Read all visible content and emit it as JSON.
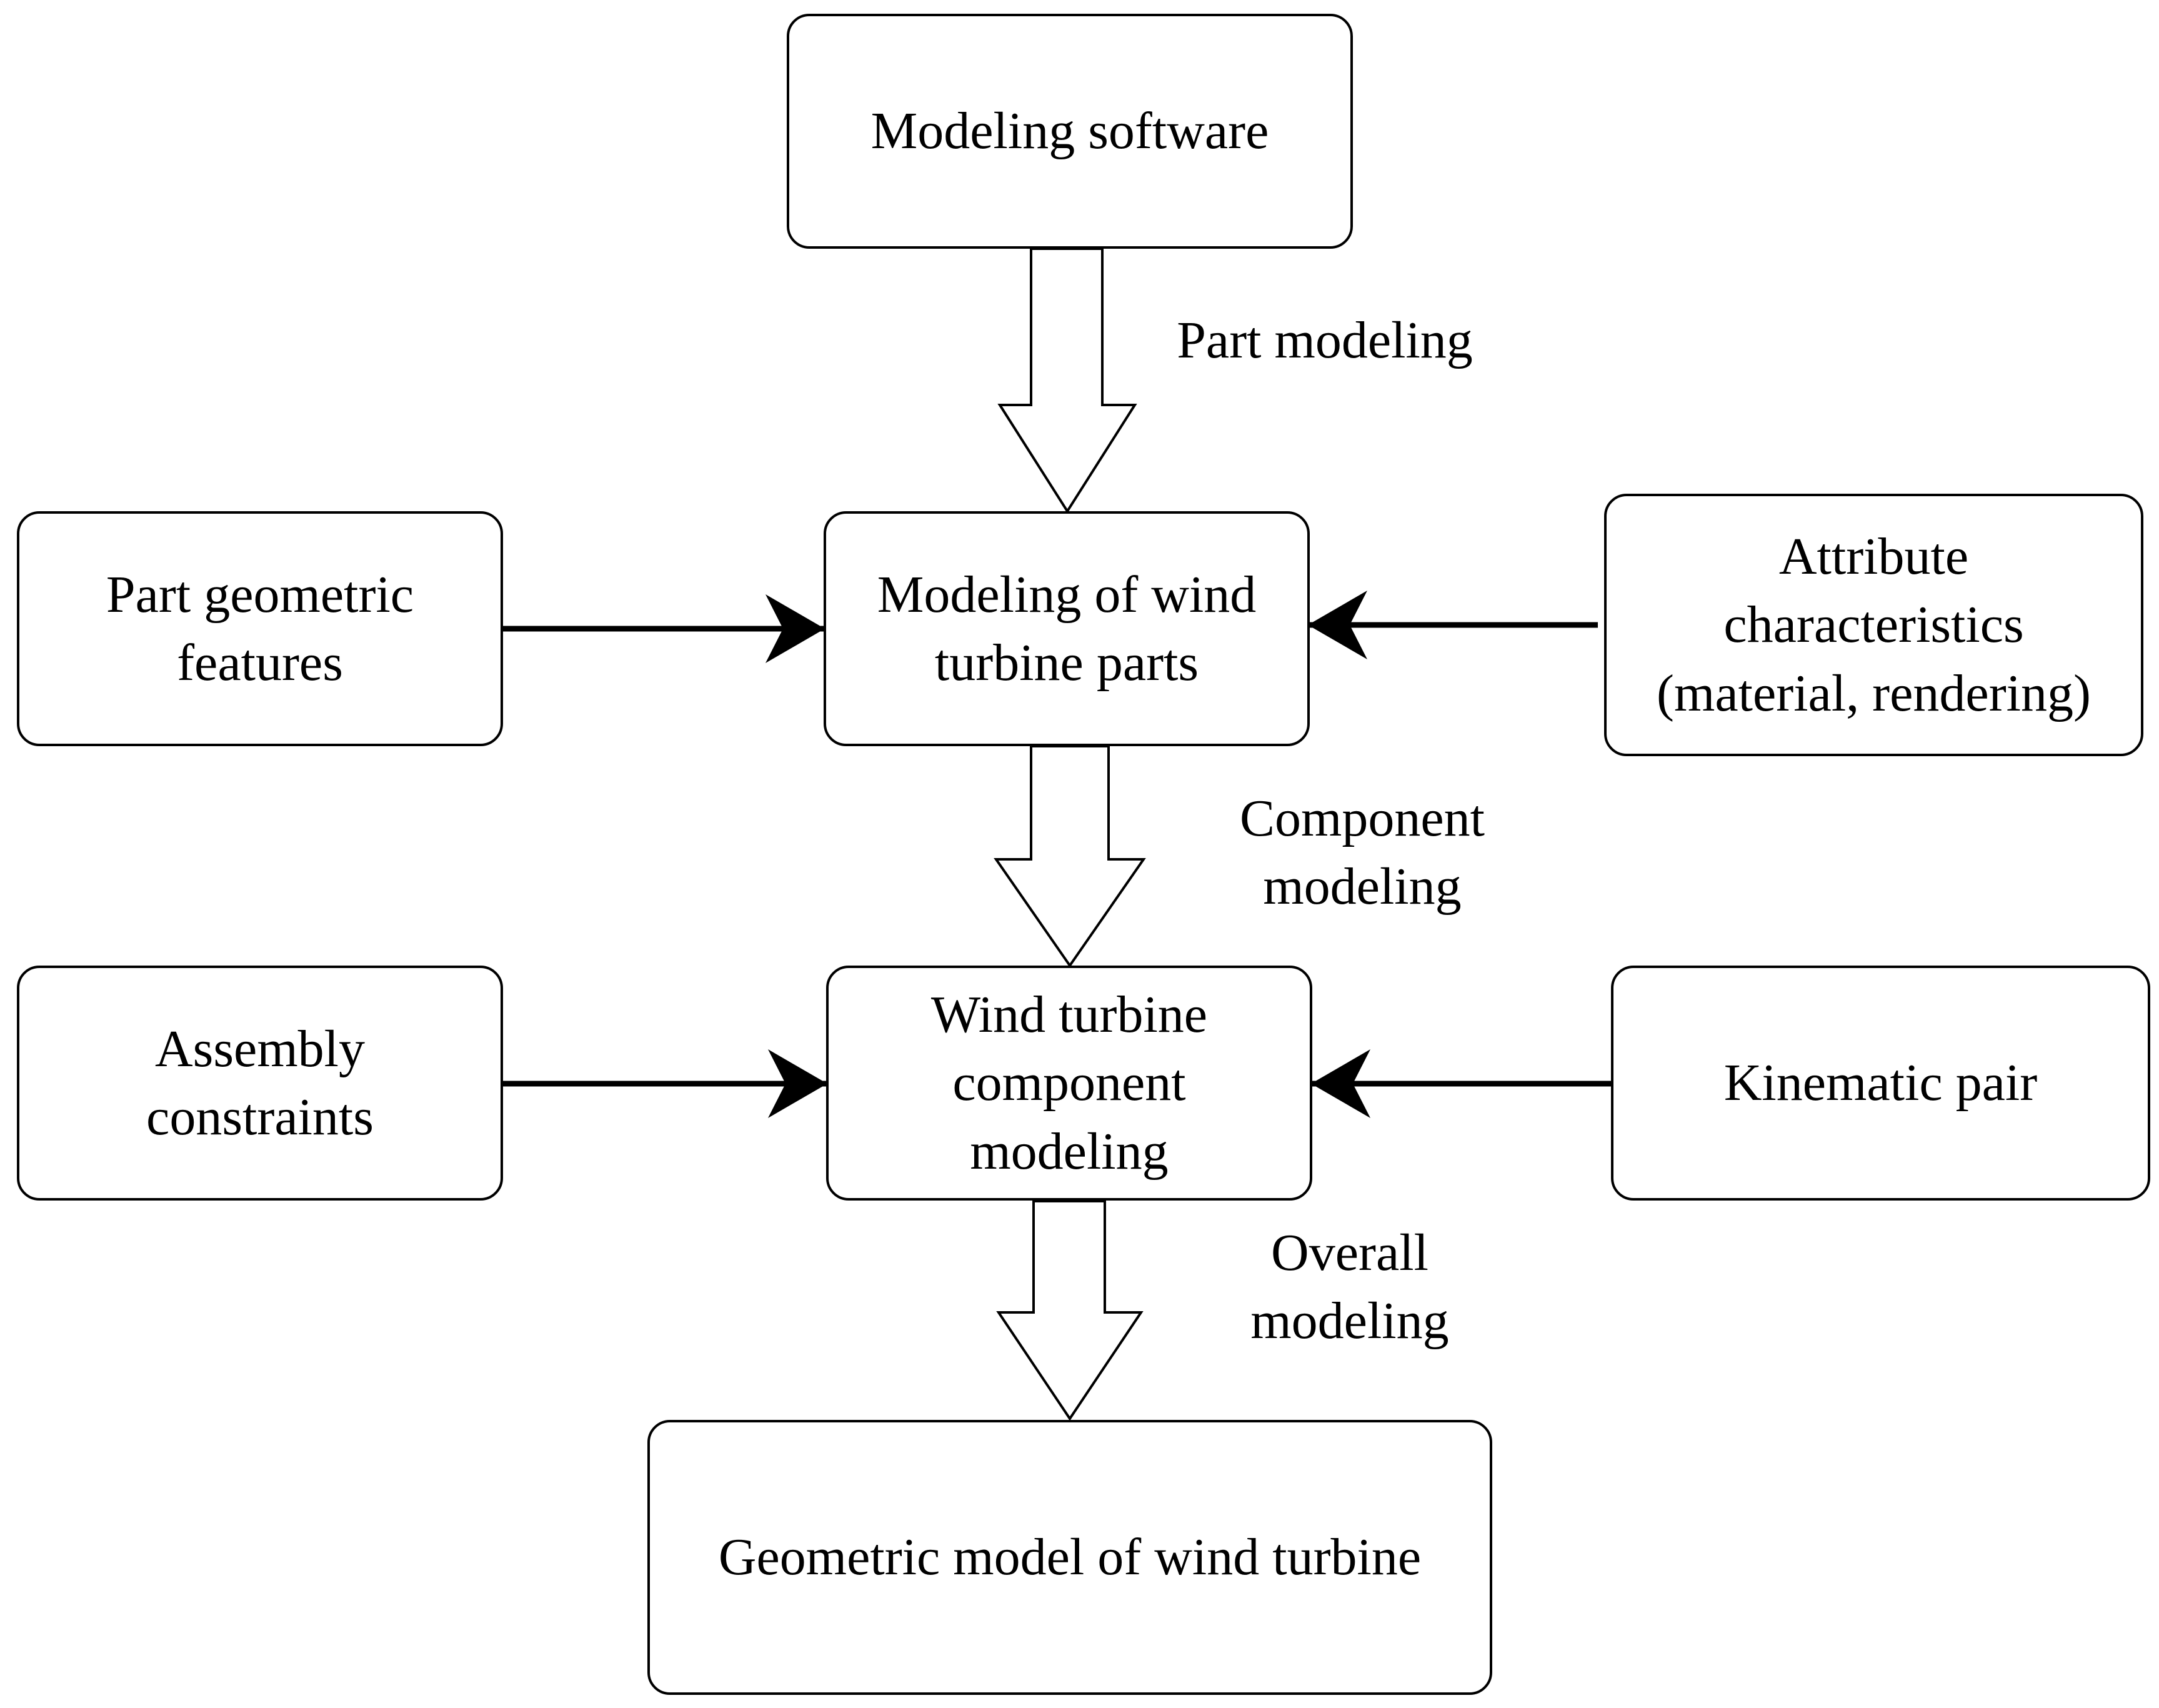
{
  "nodes": {
    "modeling_software": "Modeling software",
    "part_geometric_features": "Part geometric\nfeatures",
    "modeling_wind_turbine_parts": "Modeling of wind\nturbine parts",
    "attribute_characteristics": "Attribute\ncharacteristics\n(material, rendering)",
    "assembly_constraints": "Assembly\nconstraints",
    "wind_turbine_component_modeling": "Wind turbine\ncomponent\nmodeling",
    "kinematic_pair": "Kinematic pair",
    "geometric_model": "Geometric model of wind turbine"
  },
  "edges": {
    "part_modeling": "Part modeling",
    "component_modeling": "Component\nmodeling",
    "overall_modeling": "Overall\nmodeling"
  },
  "colors": {
    "stroke": "#000000",
    "fill": "#ffffff"
  }
}
